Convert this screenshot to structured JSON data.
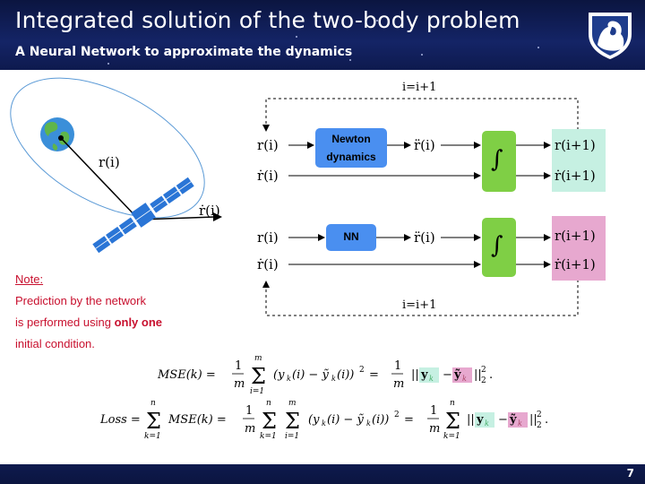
{
  "header": {
    "title": "Integrated solution of the two-body problem",
    "subtitle": "A Neural Network to approximate the dynamics"
  },
  "orbit": {
    "position_label": "r(i)",
    "velocity_label": "ṙ(i)"
  },
  "diagram": {
    "top": {
      "loop_label": "i=i+1",
      "input_r": "r(i)",
      "input_rdot": "ṙ(i)",
      "block_line1": "Newton",
      "block_line2": "dynamics",
      "output_rddot": "r̈(i)",
      "integrator": "∫",
      "out_r": "r(i+1)",
      "out_rdot": "ṙ(i+1)"
    },
    "bottom": {
      "loop_label": "i=i+1",
      "input_r": "r(i)",
      "input_rdot": "ṙ(i)",
      "block": "NN",
      "output_rddot": "r̈(i)",
      "integrator": "∫",
      "out_r": "r(i+1)",
      "out_rdot": "ṙ(i+1)"
    }
  },
  "note": {
    "heading": "Note:",
    "line1": "Prediction by the network",
    "line2_pre": "is performed using ",
    "line2_bold": "only one",
    "line3": "initial condition."
  },
  "footer": {
    "page": "7"
  },
  "colors": {
    "header_bg": "#142466",
    "block_blue": "#4a8ff0",
    "integrator_green": "#7fcf45",
    "out_top_bg": "#c6f0e2",
    "out_bottom_bg": "#e7a8cf",
    "note_red": "#c8102e"
  }
}
